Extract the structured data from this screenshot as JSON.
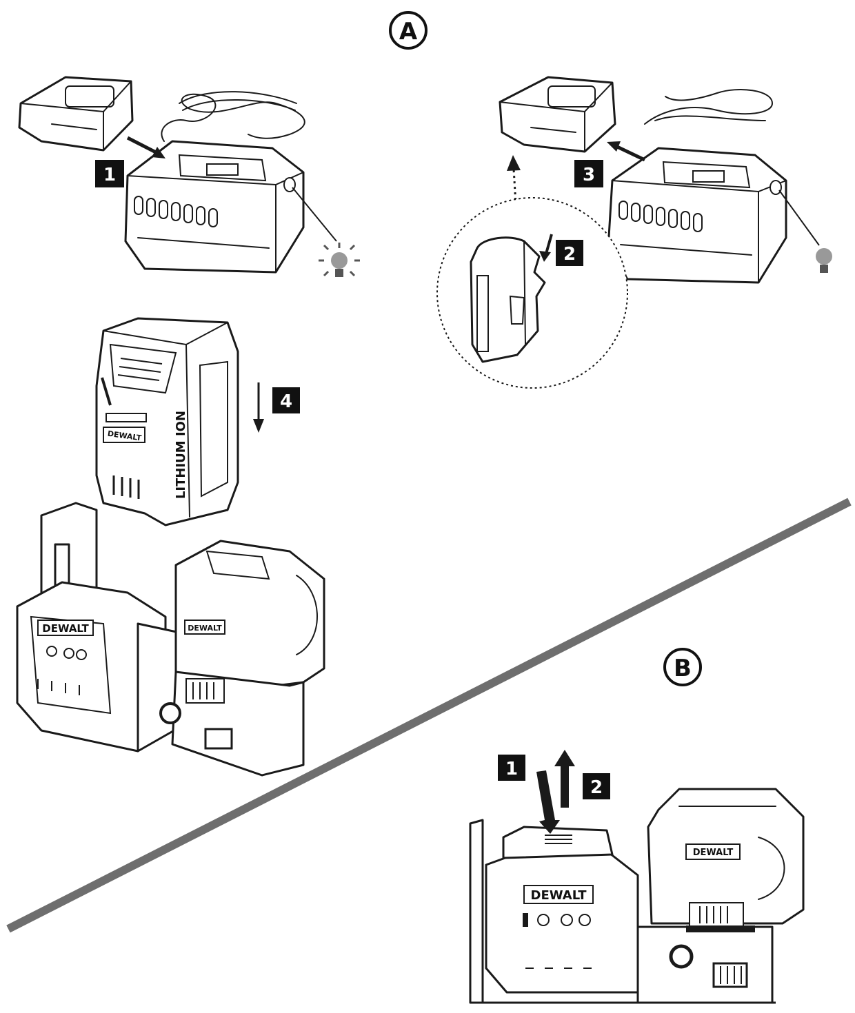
{
  "panels": {
    "a_label": "A",
    "b_label": "B"
  },
  "steps": {
    "a1": "1",
    "a2": "2",
    "a3": "3",
    "a4": "4",
    "b1": "1",
    "b2": "2"
  },
  "battery": {
    "side_text": "LITHIUM ION",
    "brand": "DEWALT"
  },
  "laser": {
    "brand": "DEWALT"
  },
  "icons": {
    "charging_light": "lightbulb-lit-icon",
    "charged_light": "lightbulb-off-icon"
  },
  "colors": {
    "ink": "#1a1a1a",
    "divider": "#6e6e6e",
    "light_glow": "#999999"
  }
}
